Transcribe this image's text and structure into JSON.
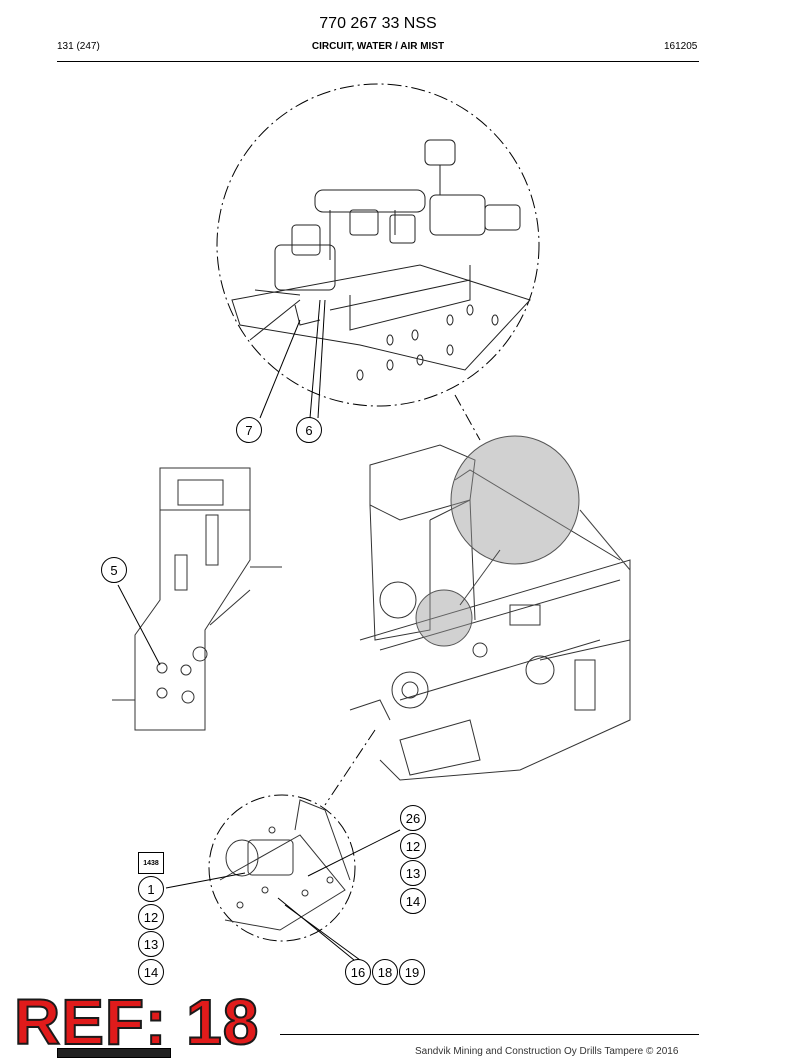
{
  "header": {
    "doc_number": "770 267 33 NSS",
    "page_ref": "131 (247)",
    "section_title": "CIRCUIT, WATER / AIR MIST",
    "date_code": "161205"
  },
  "callouts": {
    "c7": "7",
    "c6": "6",
    "c5": "5",
    "c26": "26",
    "c12a": "12",
    "c13a": "13",
    "c14a": "14",
    "c1": "1",
    "c12b": "12",
    "c13b": "13",
    "c14b": "14",
    "c16": "16",
    "c18": "18",
    "c19": "19"
  },
  "tag_label": "1438",
  "stamp": "REF: 18",
  "footer": {
    "copyright": "Sandvik Mining and Construction Oy Drills Tampere © 2016"
  }
}
